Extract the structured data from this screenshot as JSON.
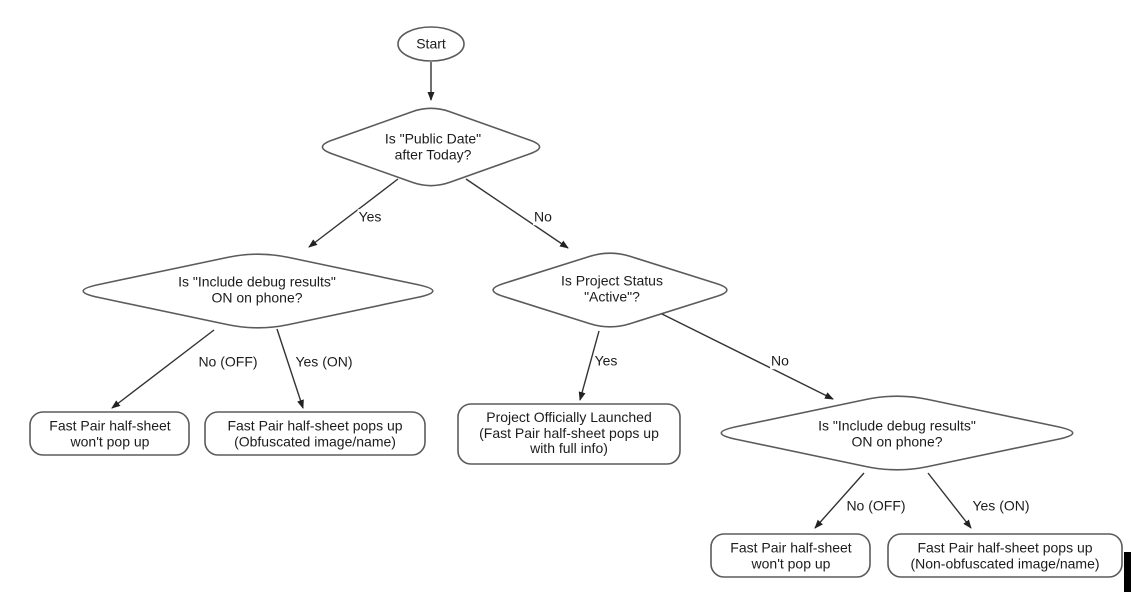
{
  "flowchart": {
    "nodes": {
      "start": {
        "lines": [
          "Start"
        ]
      },
      "decision_public_date": {
        "lines": [
          "Is \"Public Date\"",
          "after Today?"
        ]
      },
      "decision_debug_left": {
        "lines": [
          "Is \"Include debug results\"",
          "ON on phone?"
        ]
      },
      "decision_project_status": {
        "lines": [
          "Is Project Status",
          "\"Active\"?"
        ]
      },
      "decision_debug_right": {
        "lines": [
          "Is \"Include debug results\"",
          "ON on phone?"
        ]
      },
      "outcome_no_popup_left": {
        "lines": [
          "Fast Pair half-sheet",
          "won't pop up"
        ]
      },
      "outcome_obfuscated": {
        "lines": [
          "Fast Pair half-sheet pops up",
          "(Obfuscated image/name)"
        ]
      },
      "outcome_launched": {
        "lines": [
          "Project Officially Launched",
          "(Fast Pair half-sheet pops up",
          "with full info)"
        ]
      },
      "outcome_no_popup_right": {
        "lines": [
          "Fast Pair half-sheet",
          "won't pop up"
        ]
      },
      "outcome_non_obfuscated": {
        "lines": [
          "Fast Pair half-sheet pops up",
          "(Non-obfuscated image/name)"
        ]
      }
    },
    "edge_labels": {
      "public_date_yes": "Yes",
      "public_date_no": "No",
      "debug_left_no_off": "No (OFF)",
      "debug_left_yes_on": "Yes (ON)",
      "project_status_yes": "Yes",
      "project_status_no": "No",
      "debug_right_no_off": "No (OFF)",
      "debug_right_yes_on": "Yes (ON)"
    },
    "colors": {
      "background": "#ffffff",
      "shape_stroke": "#5b5b5b",
      "arrow": "#333333",
      "text": "#1c1c1c",
      "caret": "#000000"
    }
  }
}
